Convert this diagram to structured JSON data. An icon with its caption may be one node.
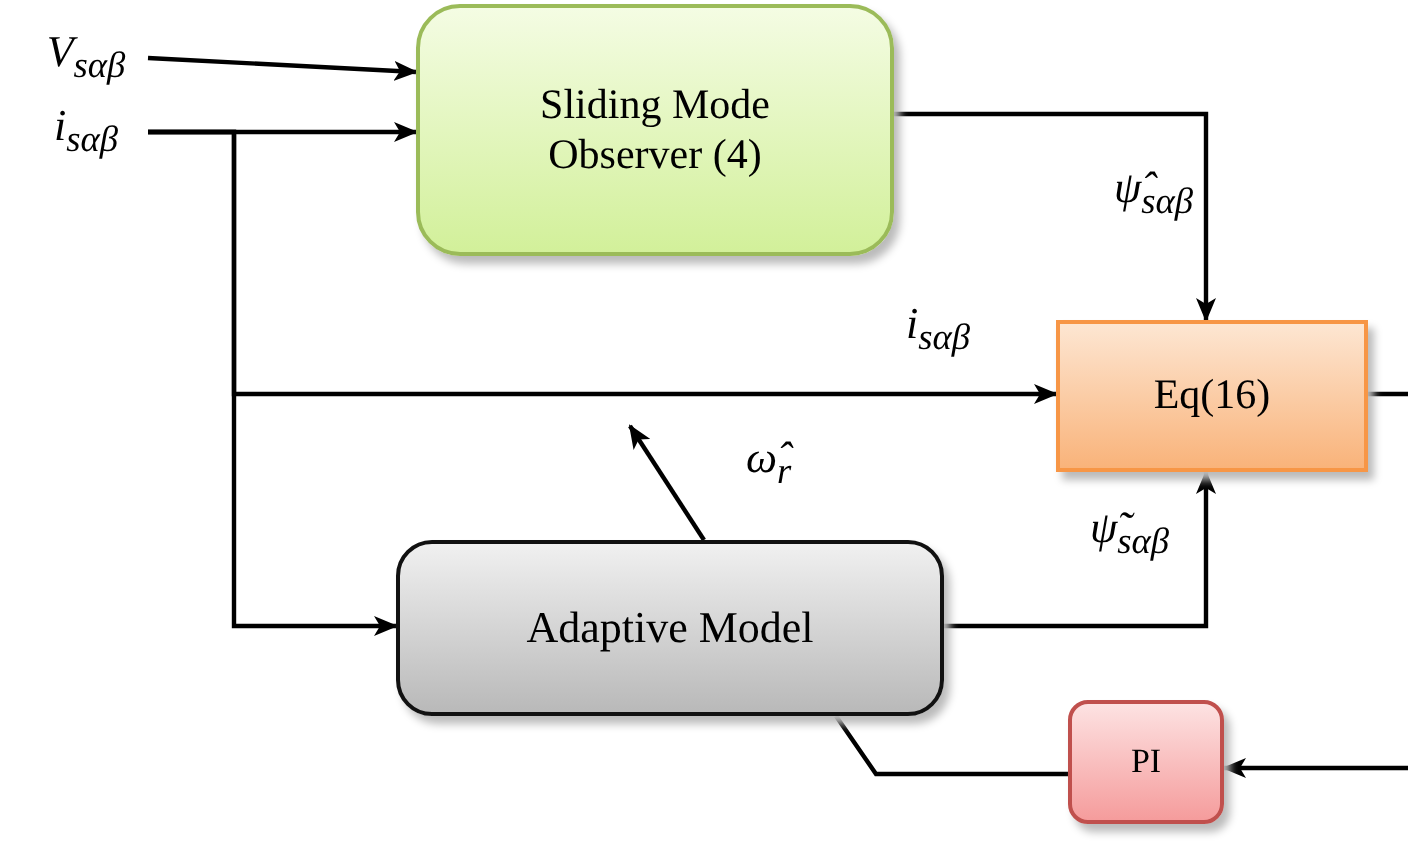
{
  "diagram": {
    "nodes": [
      {
        "text": [
          "V$_{sαβ}$"
        ]
      },
      {
        "text": [
          "i$_{sαβ}$"
        ]
      },
      {
        "text": [
          "Sliding Mode Observer (4)"
        ]
      },
      {
        "text": [
          "Eq(16)"
        ]
      },
      {
        "text": [
          "Adaptive Model"
        ]
      },
      {
        "text": [
          "PI"
        ]
      }
    ],
    "edges": [
      {
        "from": 0,
        "to": 2,
        "arrow": "to"
      },
      {
        "from": 1,
        "to": 2,
        "arrow": "to"
      },
      {
        "from": 1,
        "to": 3,
        "arrow": "to",
        "label": "i$_{sαβ}$"
      },
      {
        "from": 1,
        "to": 4,
        "arrow": "to"
      },
      {
        "from": 2,
        "to": 3,
        "arrow": "to",
        "label": "ψ̂$_{sαβ}$"
      },
      {
        "from": 4,
        "to": 3,
        "arrow": "to",
        "label": "ψ̃$_{sαβ}$"
      },
      {
        "from": 4,
        "to": null,
        "arrow": "to",
        "label": "ω̂$_{r}$"
      },
      {
        "from": 3,
        "to": null,
        "arrow": "none"
      },
      {
        "from": null,
        "to": 5,
        "arrow": "to"
      },
      {
        "from": 5,
        "to": 4,
        "arrow": "none"
      }
    ]
  }
}
